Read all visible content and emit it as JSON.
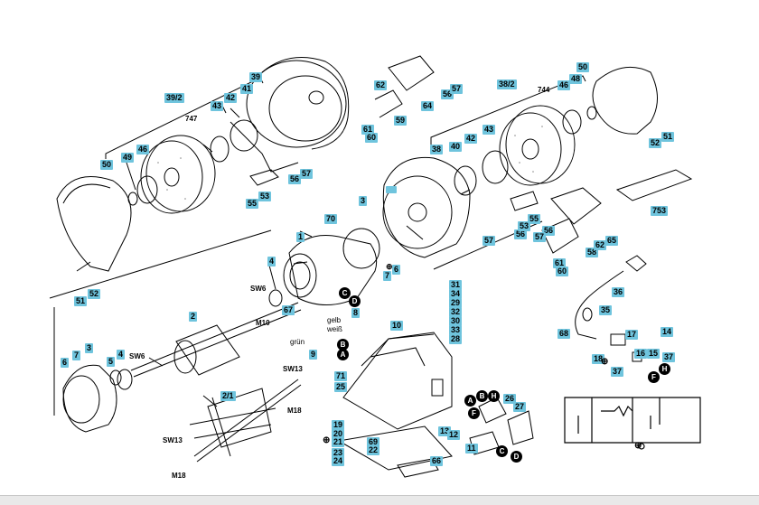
{
  "labels": {
    "l39_2": "39/2",
    "l38_2": "38/2",
    "l39": "39",
    "l41": "41",
    "l42a": "42",
    "l43a": "43",
    "l747": "747",
    "l46a": "46",
    "l49": "49",
    "l50a": "50",
    "l51a": "51",
    "l52a": "52",
    "l53a": "53",
    "l55a": "55",
    "l56a": "56",
    "l57a": "57",
    "l62a": "62",
    "l64": "64",
    "l56b": "56",
    "l57b": "57",
    "l59": "59",
    "l61a": "61",
    "l60a": "60",
    "l744": "744",
    "l46b": "46",
    "l48": "48",
    "l50b": "50",
    "l38": "38",
    "l40": "40",
    "l42b": "42",
    "l43b": "43",
    "l52b": "52",
    "l51b": "51",
    "l753": "753",
    "l3a": "3",
    "l70": "70",
    "l1": "1",
    "l6a": "6",
    "l7a": "7",
    "l4a": "4",
    "lSW6a": "SW6",
    "lM10": "M10",
    "l67": "67",
    "l2": "2",
    "l8": "8",
    "l9": "9",
    "l31": "31",
    "l34": "34",
    "l29": "29",
    "l32": "32",
    "l30": "30",
    "l33": "33",
    "l28": "28",
    "l10": "10",
    "l71": "71",
    "l25": "25",
    "l19": "19",
    "l20": "20",
    "l21": "21",
    "l23": "23",
    "l24": "24",
    "l69": "69",
    "l22": "22",
    "l66": "66",
    "l11": "11",
    "l13": "13",
    "l12": "12",
    "l26": "26",
    "l27": "27",
    "l6b": "6",
    "l7b": "7",
    "l3b": "3",
    "l4b": "4",
    "l5": "5",
    "lSW6b": "SW6",
    "lSW13a": "SW13",
    "lM18a": "M18",
    "l2_1": "2/1",
    "lSW13b": "SW13",
    "lM18b": "M18",
    "l55b": "55",
    "l56c": "56",
    "l57c": "57",
    "l53b": "53",
    "l56d": "56",
    "l57d": "57",
    "l58": "58",
    "l62b": "62",
    "l65": "65",
    "l61b": "61",
    "l60b": "60",
    "l36": "36",
    "l35": "35",
    "l68": "68",
    "l17": "17",
    "l14": "14",
    "l18": "18",
    "l37a": "37",
    "l37b": "37",
    "l16": "16",
    "l15": "15"
  },
  "circled": {
    "a1": "A",
    "b1": "B",
    "c1": "C",
    "d1": "D",
    "a2": "A",
    "b2": "B",
    "h1": "H",
    "f1": "F",
    "c2": "C",
    "d2": "D",
    "h2": "H",
    "f2": "F"
  },
  "wires": {
    "gelb": "gelb",
    "weiss": "weiß",
    "gruen": "grün"
  },
  "ground_symbols": {
    "g1": "⊕",
    "g2": "⊕",
    "g3": "⊕",
    "g4": "⊕"
  },
  "colors": {
    "label_bg": "#6fc4dd",
    "line": "#000000",
    "circle_bg": "#000000"
  }
}
